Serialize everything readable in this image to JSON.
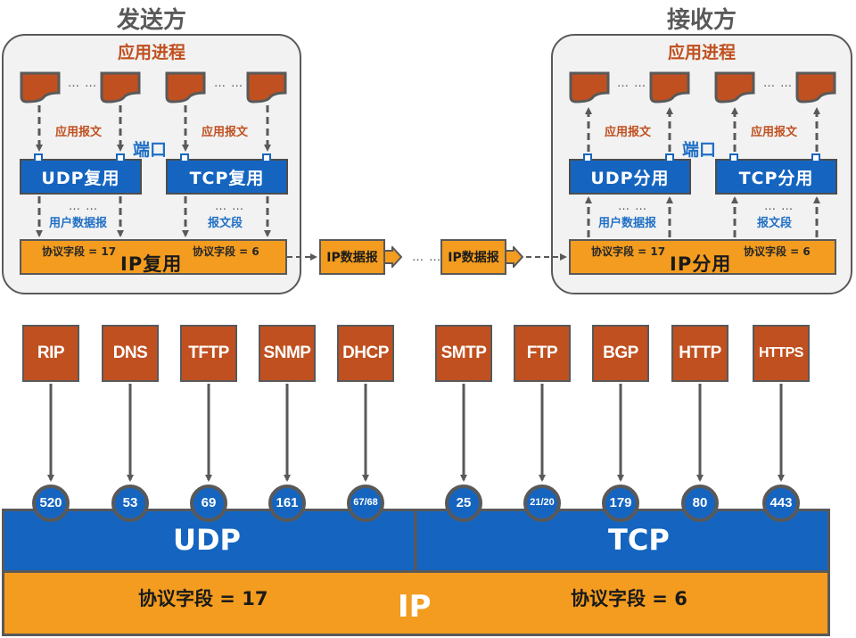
{
  "sender": {
    "title": "发送方",
    "process_title": "应用进程",
    "app_message_label": "应用报文",
    "port_label": "端口",
    "udp_box": "UDP复用",
    "tcp_box": "TCP复用",
    "udp_sub_dots": "…  …",
    "udp_sub_label": "用户数据报",
    "tcp_sub_dots": "…  …",
    "tcp_sub_label": "报文段",
    "ip_field_udp": "协议字段 = 17",
    "ip_title": "IP复用",
    "ip_field_tcp": "协议字段 = 6",
    "doc_dots": "…  …"
  },
  "receiver": {
    "title": "接收方",
    "process_title": "应用进程",
    "app_message_label": "应用报文",
    "port_label": "端口",
    "udp_box": "UDP分用",
    "tcp_box": "TCP分用",
    "udp_sub_dots": "…  …",
    "udp_sub_label": "用户数据报",
    "tcp_sub_dots": "…  …",
    "tcp_sub_label": "报文段",
    "ip_field_udp": "协议字段 = 17",
    "ip_title": "IP分用",
    "ip_field_tcp": "协议字段 = 6",
    "doc_dots": "…  …"
  },
  "transit": {
    "packet_1": "IP数据报",
    "dots": "…  …",
    "packet_2": "IP数据报"
  },
  "applications": [
    {
      "name": "RIP",
      "port": "520",
      "transport": "UDP"
    },
    {
      "name": "DNS",
      "port": "53",
      "transport": "UDP"
    },
    {
      "name": "TFTP",
      "port": "69",
      "transport": "UDP"
    },
    {
      "name": "SNMP",
      "port": "161",
      "transport": "UDP"
    },
    {
      "name": "DHCP",
      "port": "67/ 68",
      "transport": "UDP"
    },
    {
      "name": "SMTP",
      "port": "25",
      "transport": "TCP"
    },
    {
      "name": "FTP",
      "port": "21/ 20",
      "transport": "TCP"
    },
    {
      "name": "BGP",
      "port": "179",
      "transport": "TCP"
    },
    {
      "name": "HTTP",
      "port": "80",
      "transport": "TCP"
    },
    {
      "name": "HTTPS",
      "port": "443",
      "transport": "TCP"
    }
  ],
  "layers": {
    "udp_label": "UDP",
    "tcp_label": "TCP",
    "ip_label": "IP",
    "ip_field_udp": "协议字段 = 17",
    "ip_field_tcp": "协议字段 = 6"
  },
  "colors": {
    "app_orange": "#c0501f",
    "transport_blue": "#1565c0",
    "ip_orange": "#f39c1f",
    "border_gray": "#595959"
  }
}
